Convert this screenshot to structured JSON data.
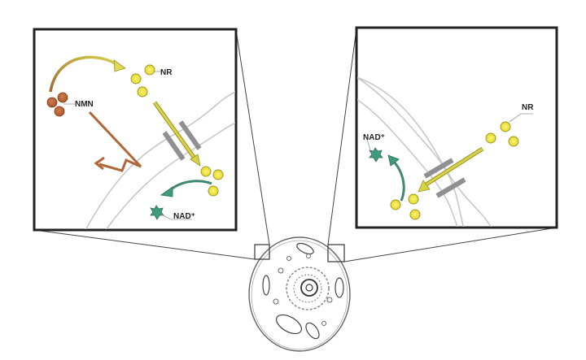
{
  "figure": {
    "type": "schematic-cell-diagram",
    "background": "#ffffff",
    "left_inset": {
      "labels": {
        "nmn": "NMN",
        "nr": "NR",
        "nad": "NAD⁺"
      },
      "description": "Extracellular NMN converted to NR, NR crosses membrane channel, intracellular NR converted to NAD+; NMN cannot cross membrane directly (blocked zig-zag arrow)"
    },
    "right_inset": {
      "labels": {
        "nr": "NR",
        "nad": "NAD⁺"
      },
      "description": "Extracellular NR enters through membrane channel and is converted to NAD+ inside the cell"
    },
    "cell": {
      "description": "Sketched eukaryotic cell with nucleus and organelles; two small boxes mark the zoomed regions"
    },
    "colors": {
      "nmn": "#b8663a",
      "nr": "#f2e83a",
      "nr_outline": "#9a9220",
      "nad": "#3f9b80",
      "channel": "#8f8f94",
      "membrane": "#c8c8c8",
      "frame": "#222222",
      "arrow_nmn_to_nr_start": "#a0683a",
      "arrow_nmn_to_nr_end": "#d8d24a",
      "arrow_nr": "#c9c24a",
      "arrow_nad": "#3f8870",
      "arrow_blocked": "#b0683a"
    }
  }
}
